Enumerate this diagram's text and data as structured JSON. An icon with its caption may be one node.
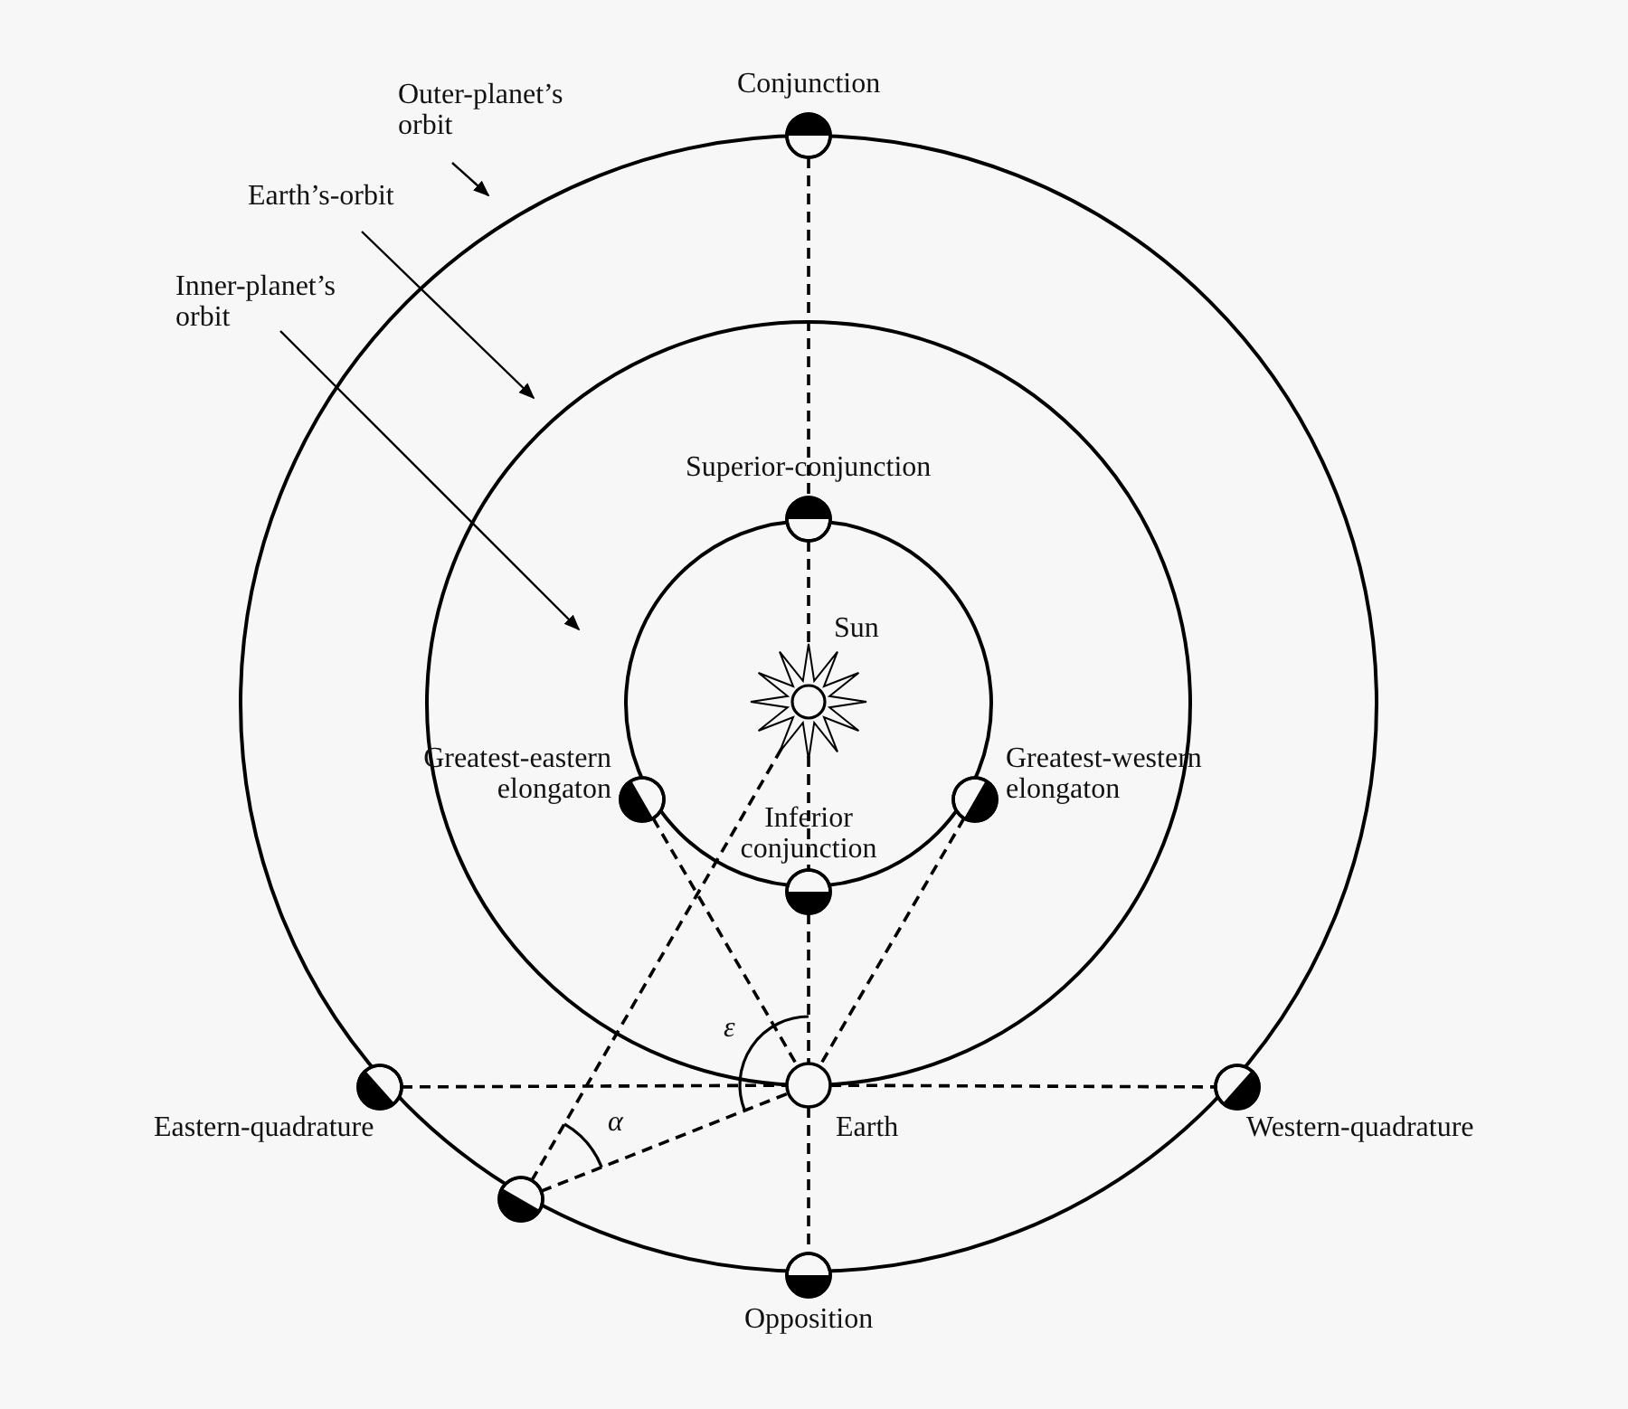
{
  "diagram": {
    "nodes": [
      {
        "text": [
          "Outer-planet’s orbit"
        ]
      },
      {
        "text": [
          "Earth’s-orbit"
        ]
      },
      {
        "text": [
          "Inner-planet’s orbit"
        ]
      },
      {
        "text": [
          "Conjunction"
        ]
      },
      {
        "text": [
          "Superior-conjunction"
        ]
      },
      {
        "text": [
          "Sun"
        ]
      },
      {
        "text": [
          "Greatest-eastern elongaton"
        ]
      },
      {
        "text": [
          "Greatest-western elongaton"
        ]
      },
      {
        "text": [
          "Inferior conjunction"
        ]
      },
      {
        "text": [
          "Eastern-quadrature"
        ]
      },
      {
        "text": [
          "Earth"
        ]
      },
      {
        "text": [
          "Western-quadrature"
        ]
      },
      {
        "text": [],
        "shape": "circle"
      },
      {
        "text": [
          "Opposition"
        ]
      }
    ],
    "edges": [
      {
        "from": 0,
        "to": null,
        "arrow": "to"
      },
      {
        "from": 1,
        "to": null,
        "arrow": "to"
      },
      {
        "from": 2,
        "to": null,
        "arrow": "to"
      },
      {
        "from": 3,
        "to": 4,
        "arrow": "none",
        "style": "dashed"
      },
      {
        "from": 4,
        "to": 5,
        "arrow": "none",
        "style": "dashed"
      },
      {
        "from": 5,
        "to": 8,
        "arrow": "none",
        "style": "dashed"
      },
      {
        "from": 8,
        "to": 10,
        "arrow": "none",
        "style": "dashed"
      },
      {
        "from": 10,
        "to": 13,
        "arrow": "none",
        "style": "dashed"
      },
      {
        "from": 9,
        "to": 10,
        "arrow": "none",
        "style": "dashed"
      },
      {
        "from": 10,
        "to": 11,
        "arrow": "none",
        "style": "dashed"
      },
      {
        "from": 6,
        "to": 10,
        "arrow": "none",
        "style": "dashed"
      },
      {
        "from": 7,
        "to": 10,
        "arrow": "none",
        "style": "dashed"
      },
      {
        "from": 5,
        "to": 12,
        "arrow": "none",
        "style": "dashed"
      },
      {
        "from": 12,
        "to": 10,
        "arrow": "none",
        "style": "dashed"
      }
    ],
    "labels": [
      "ε",
      "α"
    ]
  }
}
